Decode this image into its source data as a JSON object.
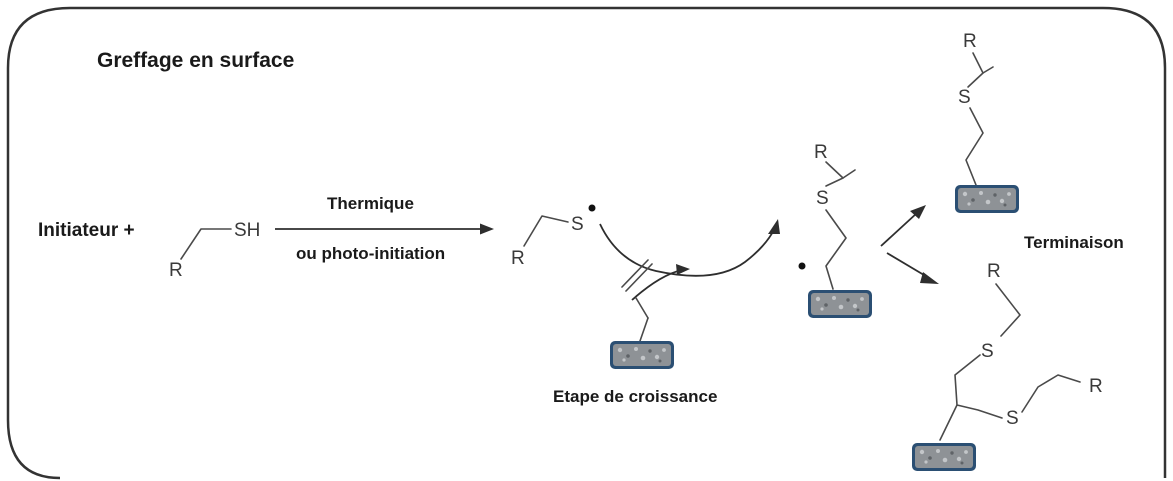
{
  "title": "Greffage en surface",
  "reactants": {
    "initiator_label": "Initiateur +",
    "thiol_group": "SH",
    "r_group": "R"
  },
  "conditions": {
    "line1": "Thermique",
    "line2": "ou photo-initiation"
  },
  "radical": {
    "sulfur": "S",
    "r_group": "R"
  },
  "growth_step_label": "Etape de croissance",
  "intermediate": {
    "r_group": "R",
    "sulfur": "S"
  },
  "termination_label": "Terminaison",
  "product_top": {
    "r_group": "R",
    "sulfur": "S"
  },
  "product_bottom": {
    "r_group_1": "R",
    "sulfur_1": "S",
    "sulfur_2": "S",
    "r_group_2": "R"
  },
  "colors": {
    "surface_border": "#2b4f73",
    "surface_fill": "#8e9296",
    "frame": "#333333"
  }
}
